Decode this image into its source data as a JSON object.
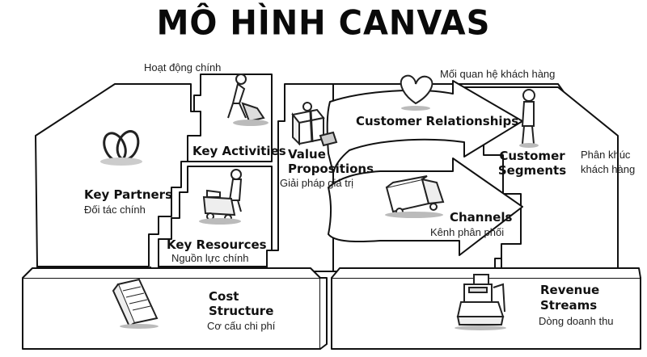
{
  "title": "MÔ HÌNH CANVAS",
  "blocks": {
    "key_partners": {
      "label": "Key Partners",
      "sub": "Đối tác chính"
    },
    "key_activities": {
      "label": "Key Activities",
      "sub": "Hoạt động chính"
    },
    "key_resources": {
      "label": "Key Resources",
      "sub": "Nguồn lực chính"
    },
    "value_propositions": {
      "label_line1": "Value",
      "label_line2": "Propositions",
      "sub": "Giải pháp giá trị"
    },
    "customer_relationships": {
      "label": "Customer Relationships",
      "sub": "Mối quan hệ khách hàng"
    },
    "channels": {
      "label": "Channels",
      "sub": "Kênh phân phối"
    },
    "customer_segments": {
      "label_line1": "Customer",
      "label_line2": "Segments",
      "sub_line1": "Phân khúc",
      "sub_line2": "khách hàng"
    },
    "cost_structure": {
      "label_line1": "Cost",
      "label_line2": "Structure",
      "sub": "Cơ cấu chi phí"
    },
    "revenue_streams": {
      "label_line1": "Revenue",
      "label_line2": "Streams",
      "sub": "Dòng doanh thu"
    }
  },
  "icons": [
    "rings-icon",
    "worker-icon",
    "forklift-icon",
    "gift-icon",
    "heart-icon",
    "truck-icon",
    "person-icon",
    "document-icon",
    "cash-register-icon"
  ]
}
